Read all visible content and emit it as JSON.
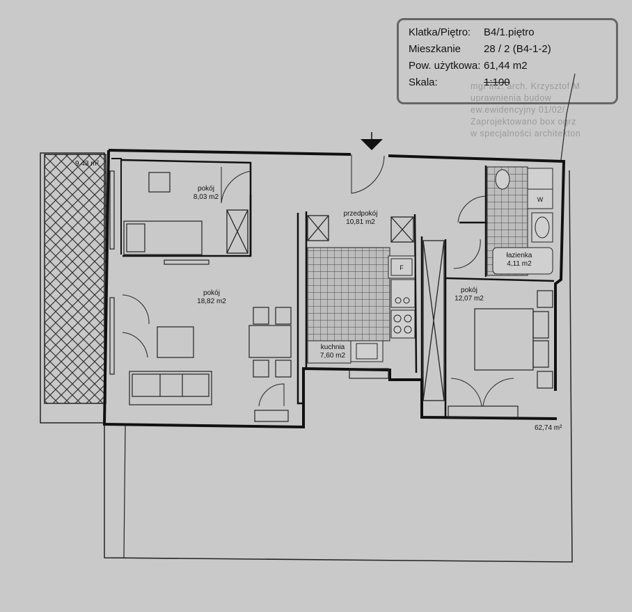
{
  "info": {
    "rows": [
      {
        "label": "Klatka/Piętro:",
        "value": "B4/1.piętro"
      },
      {
        "label": "Mieszkanie",
        "value": "28 / 2 (B4-1-2)"
      },
      {
        "label": "Pow. użytkowa:",
        "value": "61,44 m2"
      },
      {
        "label": "Skala:",
        "value": "1:100"
      }
    ]
  },
  "stamp": {
    "lines": [
      "mgr inż. arch. Krzysztof M",
      "uprawnienia budow",
      "ew.ewidencyjny 01/02/",
      "Zaprojektowano box ogrz",
      "w specjalności architekton"
    ]
  },
  "rooms": [
    {
      "name": "pokój",
      "area": "8,03 m2"
    },
    {
      "name": "przedpokój",
      "area": "10,81 m2"
    },
    {
      "name": "łazienka",
      "area": "4,11 m2"
    },
    {
      "name": "pokój",
      "area": "18,82 m2"
    },
    {
      "name": "kuchnia",
      "area": "7,60 m2"
    },
    {
      "name": "pokój",
      "area": "12,07 m2"
    }
  ],
  "outdoor": {
    "balcony_area": "9,43 m²",
    "terrace_area": "62,74 m²"
  },
  "fixtures": {
    "fridge": "F",
    "washer": "W"
  }
}
